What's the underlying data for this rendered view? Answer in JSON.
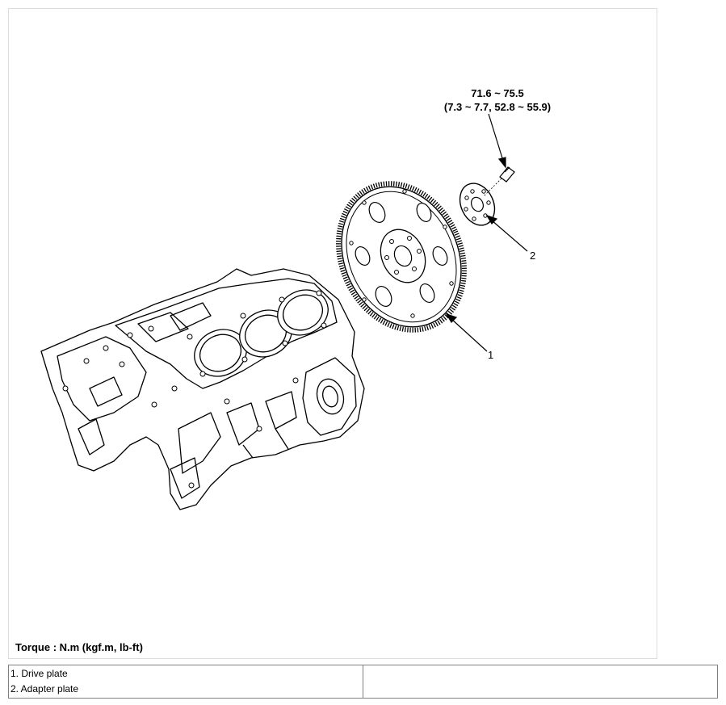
{
  "figure": {
    "torque_value": "71.6 ~ 75.5",
    "torque_alt_units": "(7.3 ~ 7.7, 52.8 ~ 55.9)",
    "callouts": [
      "1",
      "2"
    ],
    "torque_units_note": "Torque : N.m (kgf.m, lb-ft)"
  },
  "legend": {
    "items": [
      "1. Drive plate",
      "2. Adapter plate"
    ],
    "right_cell": ""
  }
}
